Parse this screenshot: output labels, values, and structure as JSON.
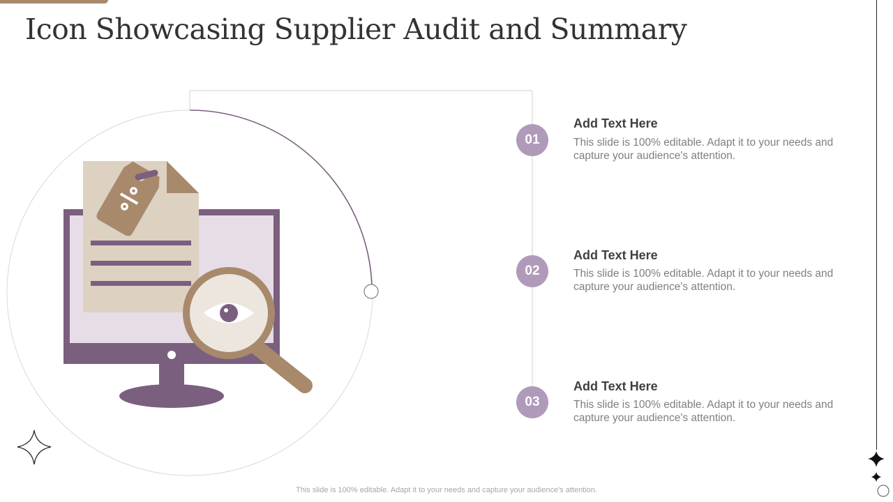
{
  "slide": {
    "title": "Icon Showcasing Supplier Audit and Summary",
    "footer": "This slide is 100% editable. Adapt it to your needs and capture your audience's attention."
  },
  "steps": [
    {
      "number": "01",
      "title": "Add Text Here",
      "description": "This slide is 100% editable. Adapt it to your needs and capture your audience's attention."
    },
    {
      "number": "02",
      "title": "Add Text Here",
      "description": "This slide is 100% editable. Adapt it to your needs and capture your audience's attention."
    },
    {
      "number": "03",
      "title": "Add Text Here",
      "description": "This slide is 100% editable. Adapt it to your needs and capture your audience's attention."
    }
  ],
  "illustration": {
    "icons": [
      "monitor-icon",
      "document-icon",
      "price-tag-icon",
      "magnifier-icon",
      "eye-icon"
    ],
    "tag_symbol": "%"
  },
  "colors": {
    "accent_brown": "#a8896b",
    "accent_purple": "#7b5f7f",
    "badge_purple": "#b09aba",
    "paper": "#ddd1c2",
    "screen": "#e6dde6"
  }
}
